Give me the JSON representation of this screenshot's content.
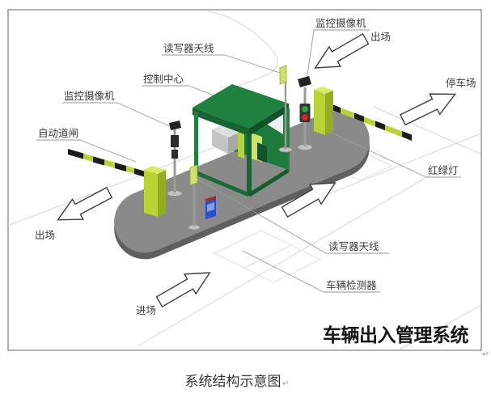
{
  "figure": {
    "title": "车辆出入管理系统",
    "caption": "系统结构示意图",
    "caption_mark": "↵",
    "corner_mark": "↵"
  },
  "labels": {
    "reader_antenna_top": "读写器天线",
    "control_center": "控制中心",
    "camera_left": "监控摄像机",
    "auto_barrier": "自动道闸",
    "exit_bottom_left": "出场",
    "entry": "进场",
    "camera_top_right": "监控摄像机",
    "exit_top_right": "出场",
    "parking_lot": "停车场",
    "traffic_light": "红绿灯",
    "reader_antenna_bottom": "读写器天线",
    "vehicle_detector": "车辆检测器"
  },
  "colors": {
    "booth_green": "#1f8040",
    "booth_green_dark": "#145c2c",
    "barrier_yellow_green": "#b8d335",
    "barrier_yellow_dark": "#93ad22",
    "island_gray": "#8a8a8a",
    "island_side_gray": "#5f5f5f",
    "signal_red": "#cc2a2a",
    "signal_green": "#2fa23a",
    "ticket_machine_blue": "#2850c8",
    "leader_line": "#9a9a9a",
    "ground_line": "#d8d8d8"
  }
}
